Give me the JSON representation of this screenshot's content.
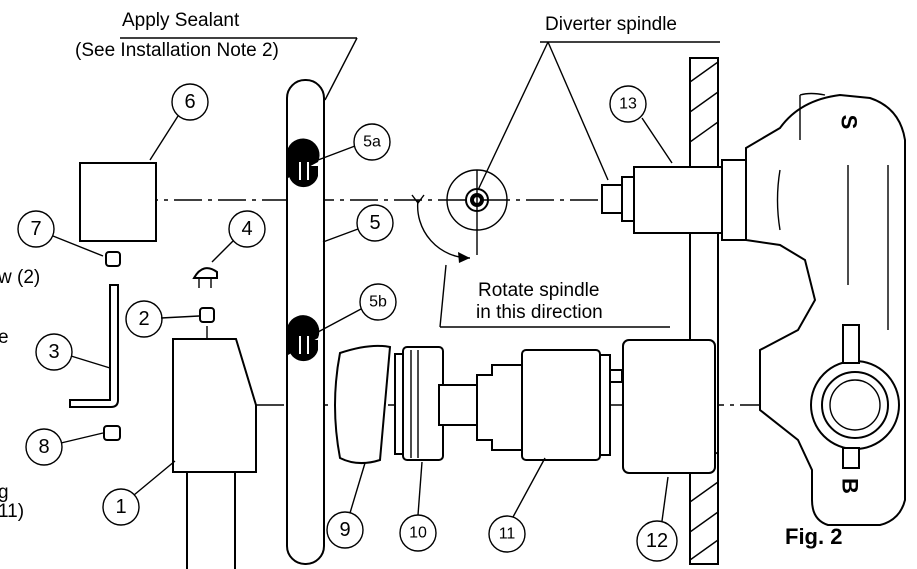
{
  "labels": {
    "apply_sealant": "Apply Sealant",
    "see_note": "(See Installation Note 2)",
    "diverter_spindle": "Diverter spindle",
    "rotate_line1": "Rotate spindle",
    "rotate_line2": "in this direction",
    "fig": "Fig. 2",
    "cut_left_1": "w (2)",
    "cut_left_2": "e",
    "cut_left_3": "g",
    "cut_left_4": "11)"
  },
  "callouts": {
    "c1": "1",
    "c2": "2",
    "c3": "3",
    "c4": "4",
    "c5": "5",
    "c5a": "5a",
    "c5b": "5b",
    "c6": "6",
    "c7": "7",
    "c8": "8",
    "c9": "9",
    "c10": "10",
    "c11": "11",
    "c12": "12",
    "c13": "13"
  },
  "body_markings": {
    "top": "S",
    "bottom": "B"
  }
}
